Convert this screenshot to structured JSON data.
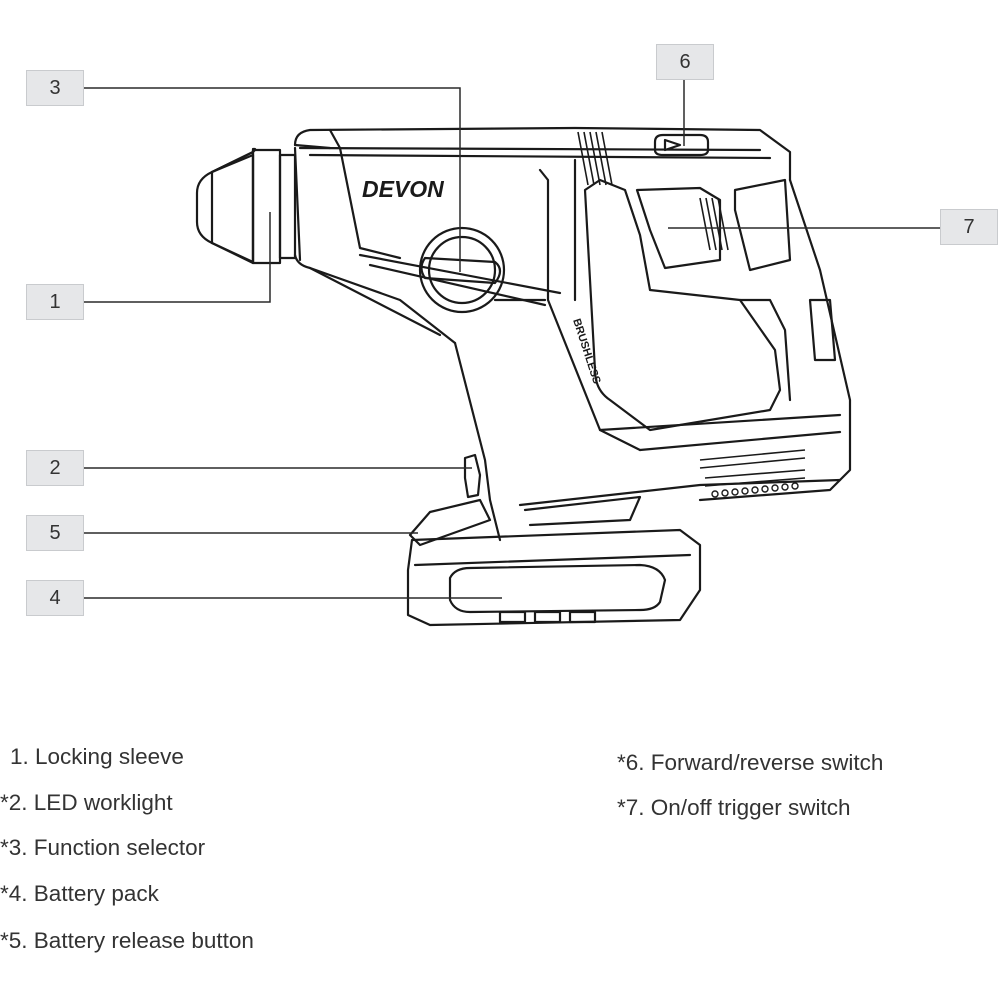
{
  "brand_text": "DEVON",
  "side_text": "BRUSHLESS",
  "callouts": [
    {
      "number": "1",
      "part": "Locking sleeve"
    },
    {
      "number": "2",
      "part": "LED worklight"
    },
    {
      "number": "3",
      "part": "Function selector"
    },
    {
      "number": "4",
      "part": "Battery pack"
    },
    {
      "number": "5",
      "part": "Battery release button"
    },
    {
      "number": "6",
      "part": "Forward/reverse switch"
    },
    {
      "number": "7",
      "part": "On/off trigger switch"
    }
  ],
  "legend": {
    "left": [
      {
        "prefix": "1.",
        "label": "Locking sleeve",
        "starred": false
      },
      {
        "prefix": "*2.",
        "label": "LED worklight",
        "starred": true
      },
      {
        "prefix": "*3.",
        "label": "Function selector",
        "starred": true
      },
      {
        "prefix": "*4.",
        "label": "Battery pack",
        "starred": true
      },
      {
        "prefix": "*5.",
        "label": "Battery release button",
        "starred": true
      }
    ],
    "right": [
      {
        "prefix": "*6.",
        "label": "Forward/reverse switch",
        "starred": true
      },
      {
        "prefix": "*7.",
        "label": "On/off trigger switch",
        "starred": true
      }
    ]
  },
  "colors": {
    "line": "#1a1a1a",
    "callout_fill": "#e6e7e9",
    "callout_border": "#c9cbce",
    "text": "#333333"
  }
}
